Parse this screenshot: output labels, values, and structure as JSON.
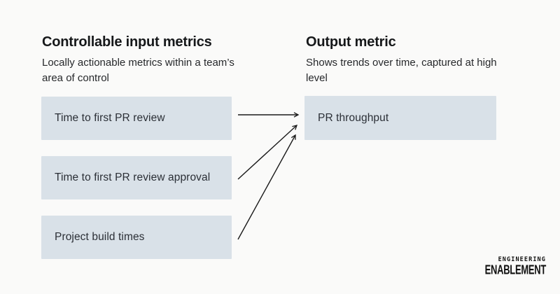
{
  "palette": {
    "background": "#fafaf9",
    "box_fill": "#d9e1e8",
    "heading_text": "#16181a",
    "body_text": "#26282b",
    "arrow_color": "#1a1a1a",
    "logo_text": "#101010"
  },
  "left_column": {
    "heading": "Controllable input metrics",
    "subtitle_line1": "Locally actionable metrics within a team’s",
    "subtitle_line2": "area of control",
    "boxes": [
      {
        "label": "Time to first PR review"
      },
      {
        "label": "Time to first PR review approval"
      },
      {
        "label": "Project build times"
      }
    ]
  },
  "right_column": {
    "heading": "Output metric",
    "subtitle_line1": "Shows trends over time, captured at high",
    "subtitle_line2": "level",
    "boxes": [
      {
        "label": "PR throughput"
      }
    ]
  },
  "connections": [
    {
      "from": "Time to first PR review",
      "to": "PR throughput"
    },
    {
      "from": "Time to first PR review approval",
      "to": "PR throughput"
    },
    {
      "from": "Project build times",
      "to": "PR throughput"
    }
  ],
  "logo": {
    "line1": "ENGINEERING",
    "line2": "ENABLEMENT"
  }
}
